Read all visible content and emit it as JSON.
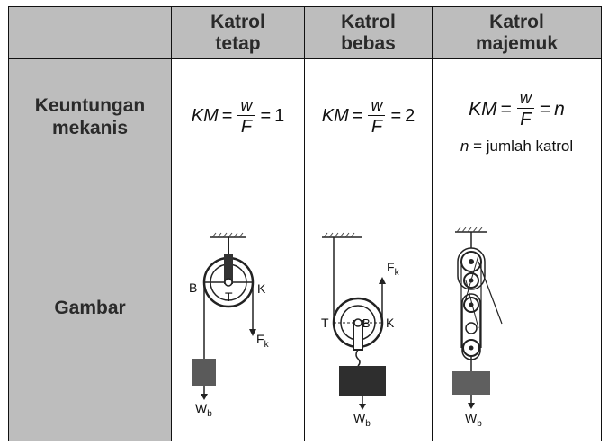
{
  "header": {
    "col1": "",
    "col2_line1": "Katrol",
    "col2_line2": "tetap",
    "col3_line1": "Katrol",
    "col3_line2": "bebas",
    "col4_line1": "Katrol",
    "col4_line2": "majemuk"
  },
  "row_km": {
    "label_line1": "Keuntungan",
    "label_line2": "mekanis",
    "tetap": {
      "lhs": "KM",
      "num": "w",
      "den": "F",
      "rhs": "1"
    },
    "bebas": {
      "lhs": "KM",
      "num": "w",
      "den": "F",
      "rhs": "2"
    },
    "majemuk": {
      "lhs": "KM",
      "num": "w",
      "den": "F",
      "rhs": "n",
      "note_var": "n",
      "note_text": "= jumlah katrol"
    }
  },
  "row_gambar": {
    "label": "Gambar",
    "tetap": {
      "B": "B",
      "T": "T",
      "K": "K",
      "F": "F",
      "F_sub": "k",
      "W": "W",
      "W_sub": "b"
    },
    "bebas": {
      "F": "F",
      "F_sub": "k",
      "T": "T",
      "B": "B",
      "K": "K",
      "W": "W",
      "W_sub": "b"
    },
    "majemuk": {
      "W": "W",
      "W_sub": "b"
    }
  },
  "colors": {
    "header_bg": "#bdbdbd",
    "weight_tetap": "#5a5a5a",
    "weight_bebas": "#2e2e2e",
    "weight_majemuk": "#5f5f5f"
  }
}
